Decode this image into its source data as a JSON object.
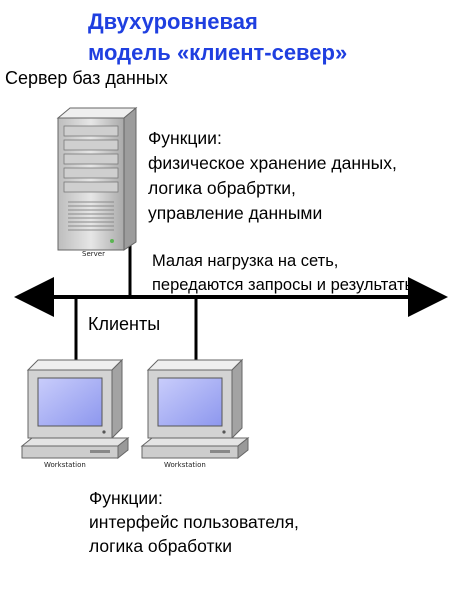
{
  "title": {
    "line1": "Двухуровневая",
    "line2": "модель «клиент-север»"
  },
  "server": {
    "label": "Сервер баз данных",
    "caption": "Server",
    "functions": [
      "Функции:",
      "физическое хранение данных,",
      "логика обрабртки,",
      "управление данными"
    ]
  },
  "network": {
    "note": [
      "Малая нагрузка на сеть,",
      "передаются запросы и результаты"
    ]
  },
  "clients": {
    "label": "Клиенты",
    "workstations": [
      {
        "caption": "Workstation"
      },
      {
        "caption": "Workstation"
      }
    ],
    "functions": [
      "Функции:",
      "интерфейс пользователя,",
      "логика обработки"
    ]
  },
  "colors": {
    "title": "#1f3fe0",
    "screen": "#9fa8f2",
    "case": "#d4d4d4"
  }
}
